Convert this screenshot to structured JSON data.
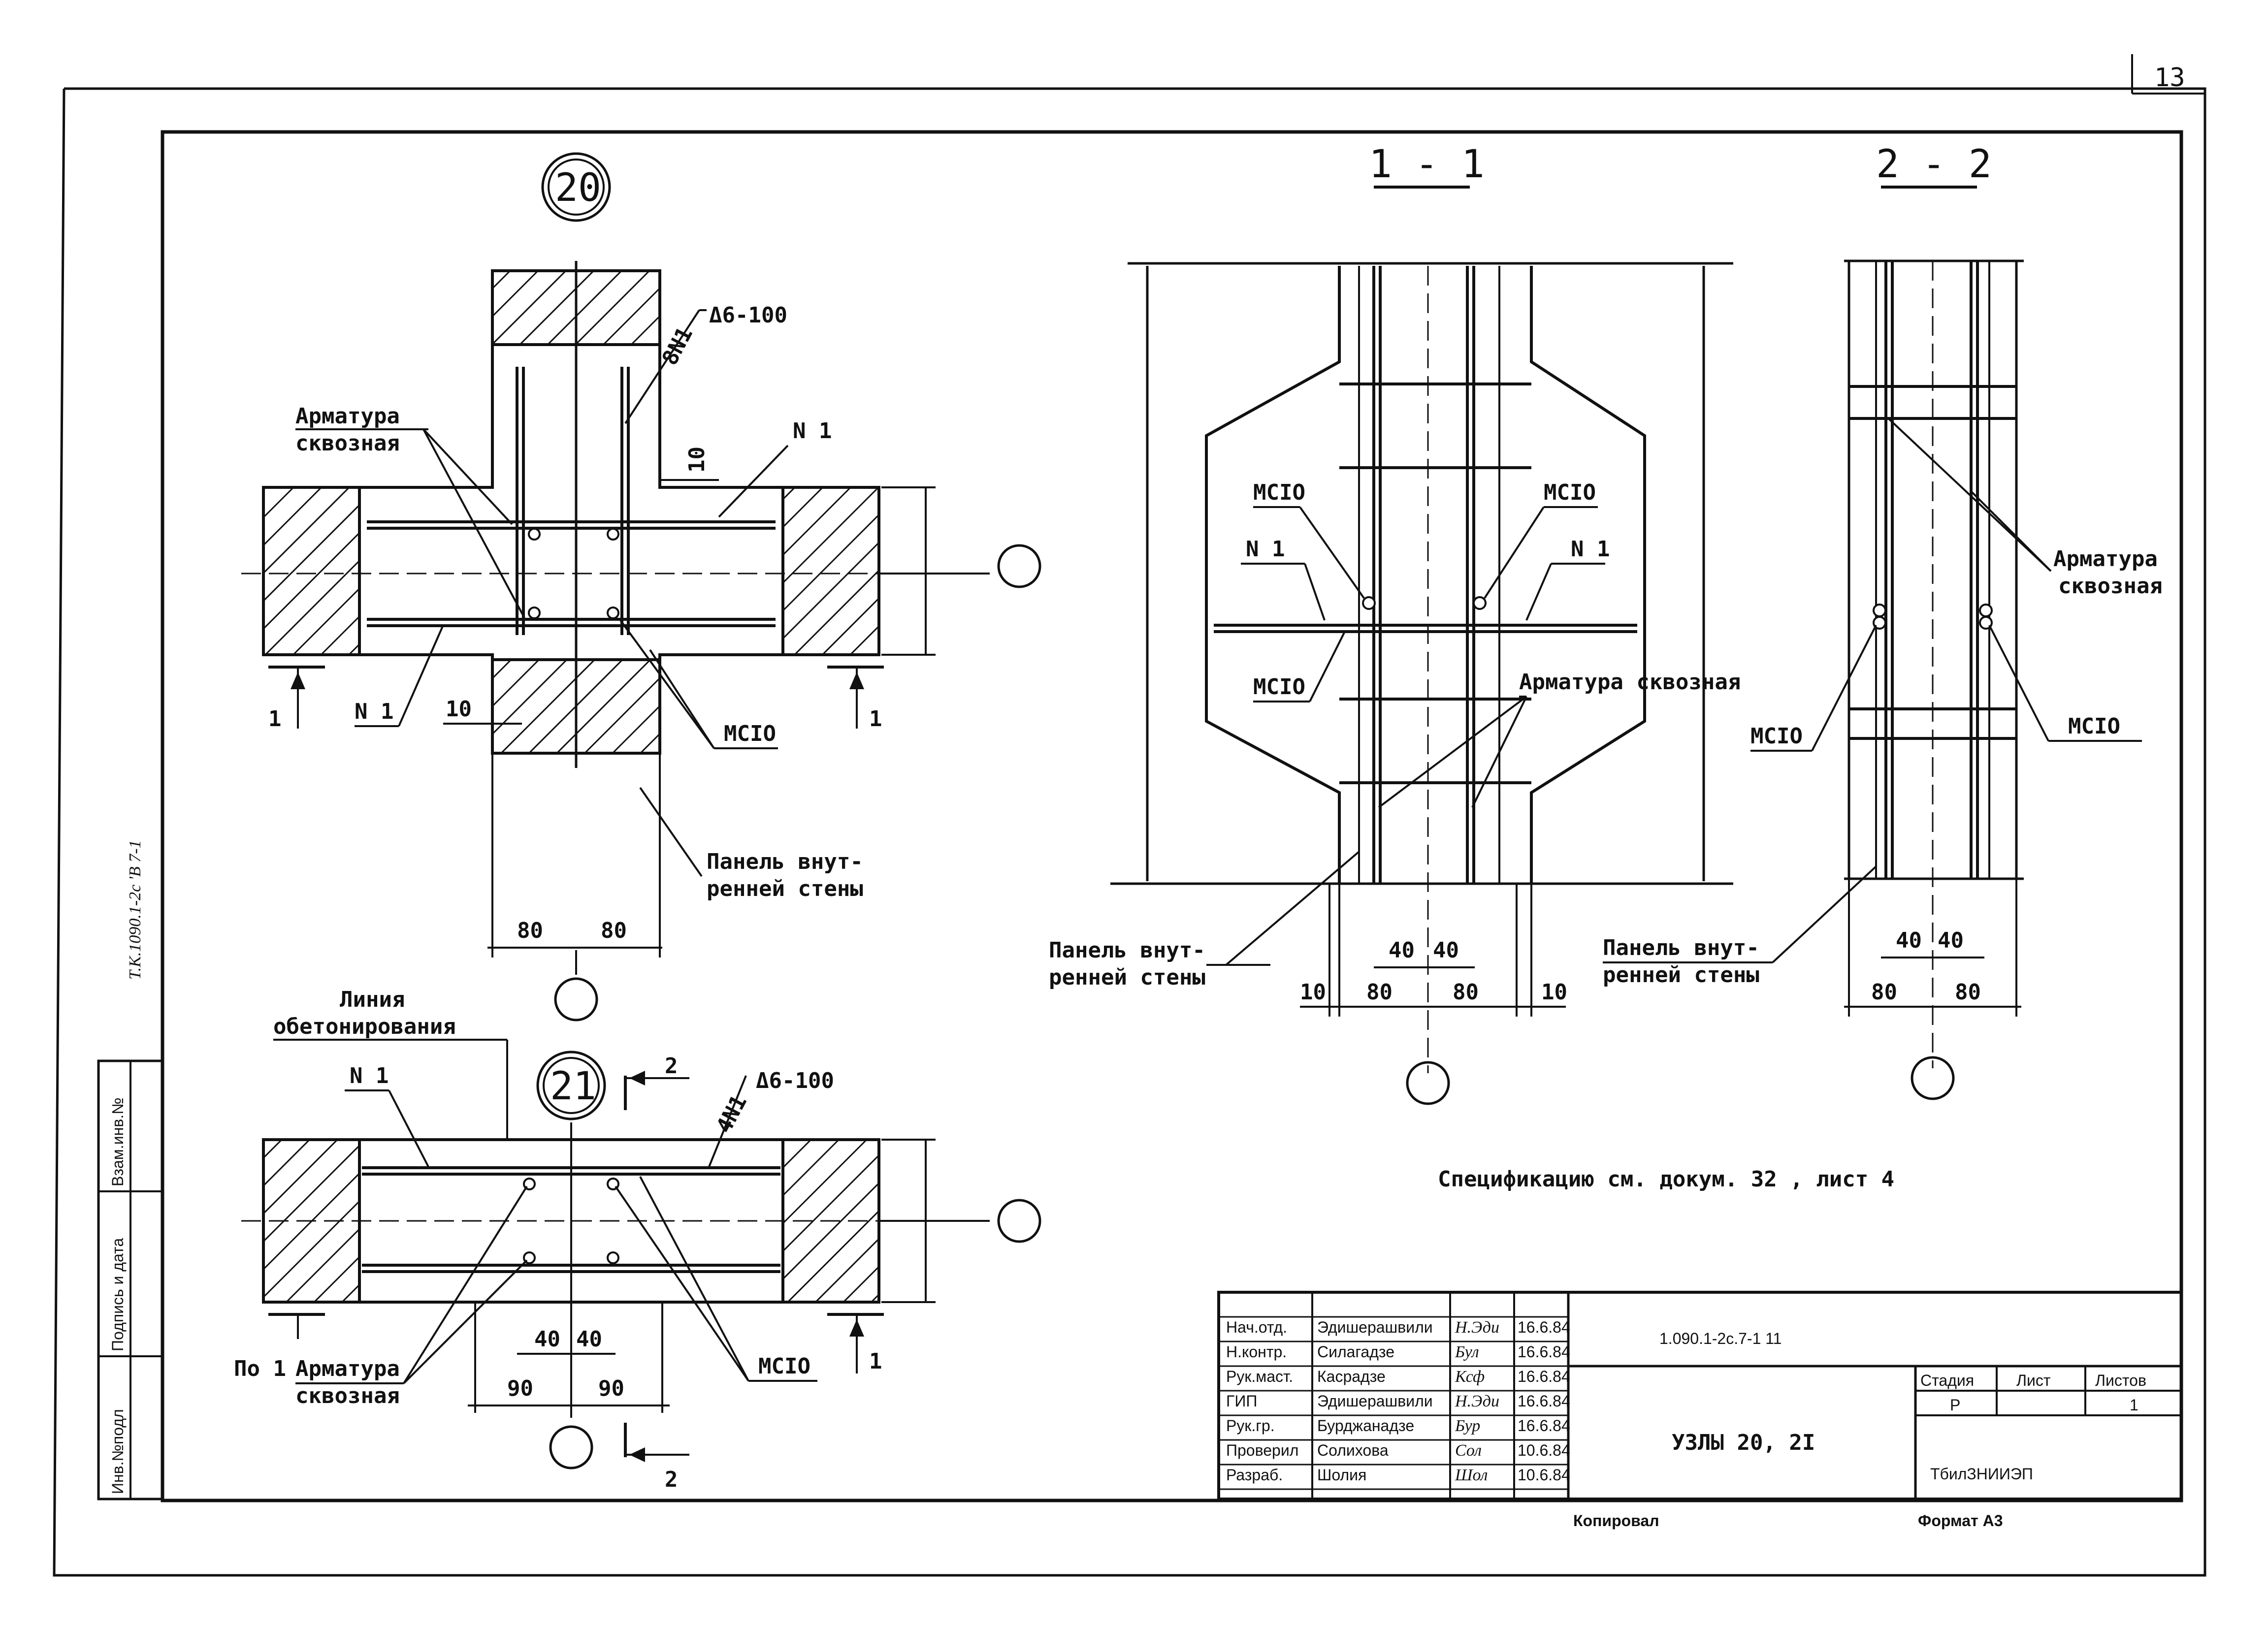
{
  "sheet_number": "13",
  "side_stamp": "Т.К.1090.1-2с 'В 7-1",
  "side_margin": [
    "Инв.№подл",
    "Подпись и дата",
    "Взам.инв.№"
  ],
  "node20": {
    "marker": "20",
    "labels": {
      "armatura": "Арматура",
      "skvoznaya": "сквозная",
      "rebar_top": "8N1",
      "rebar_spec": "Δ6-100",
      "n1_right": "N 1",
      "n1_left": "N 1",
      "dim10_top": "10",
      "dim10_left": "10",
      "msio": "МСIO",
      "panel1": "Панель внут-",
      "panel2": "ренней стены",
      "dim80_left": "80",
      "dim80_right": "80",
      "cut1_left": "1",
      "cut1_right": "1"
    }
  },
  "node21": {
    "marker": "21",
    "labels": {
      "line1": "Линия",
      "line2": "обетонирования",
      "n1": "N 1",
      "rebar_top": "4N1",
      "rebar_spec": "Δ6-100",
      "cut2_top": "2",
      "cut2_bot": "2",
      "dim40_left": "40",
      "dim40_right": "40",
      "dim90_left": "90",
      "dim90_right": "90",
      "msio": "МСIO",
      "po1": "По 1",
      "armatura": "Арматура",
      "skvoznaya": "сквозная",
      "cut1_right": "1"
    }
  },
  "section11": {
    "title": "1 - 1",
    "msio_tl": "МСIO",
    "msio_tr": "МСIO",
    "msio_bl": "МСIO",
    "n1_left": "N 1",
    "n1_right": "N 1",
    "armatura": "Арматура сквозная",
    "panel1": "Панель внут-",
    "panel2": "ренней стены",
    "dims": [
      "10",
      "80",
      "80",
      "10"
    ],
    "dims40": [
      "40",
      "40"
    ]
  },
  "section22": {
    "title": "2 - 2",
    "armatura": "Арматура",
    "skvoznaya": "сквозная",
    "msio_left": "МСIO",
    "msio_right": "МСIO",
    "panel1": "Панель внут-",
    "panel2": "ренней стены",
    "dims40": [
      "40",
      "40"
    ],
    "dims80": [
      "80",
      "80"
    ]
  },
  "spec_note": "Спецификацию см. докум. 32 , лист 4",
  "title_block": {
    "doc_code": "1.090.1-2с.7-1   11",
    "title": "УЗЛЫ 20, 2I",
    "org": "ТбилЗНИИЭП",
    "stage_hdr": "Стадия",
    "sheet_hdr": "Лист",
    "sheets_hdr": "Листов",
    "stage": "Р",
    "sheets": "1",
    "rows": [
      {
        "role": "Нач.отд.",
        "name": "Эдишерашвили",
        "sig": "Н.Эди",
        "date": "16.6.84"
      },
      {
        "role": "Н.контр.",
        "name": "Силагадзе",
        "sig": "Бул",
        "date": "16.6.84"
      },
      {
        "role": "Рук.маст.",
        "name": "Касрадзе",
        "sig": "Ксф",
        "date": "16.6.84"
      },
      {
        "role": "ГИП",
        "name": "Эдишерашвили",
        "sig": "Н.Эди",
        "date": "16.6.84"
      },
      {
        "role": "Рук.гр.",
        "name": "Бурджанадзе",
        "sig": "Бур",
        "date": "16.6.84"
      },
      {
        "role": "Проверил",
        "name": "Солихова",
        "sig": "Сол",
        "date": "10.6.84"
      },
      {
        "role": "Разраб.",
        "name": "Шолия",
        "sig": "Шол",
        "date": "10.6.84"
      }
    ]
  },
  "copied": "Копировал",
  "format": "Формат А3"
}
